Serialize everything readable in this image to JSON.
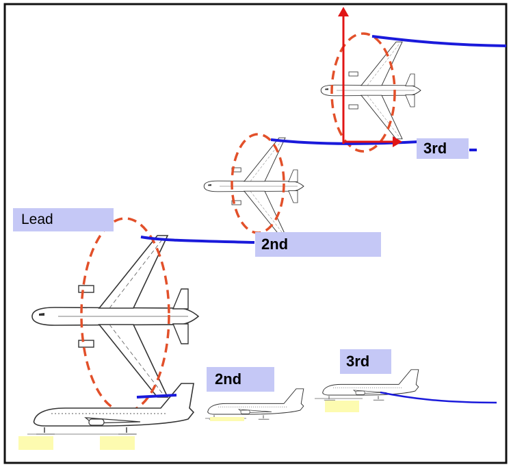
{
  "colors": {
    "frame": "#111111",
    "vortex_line": "#1a1adb",
    "wake_ellipse": "#e2502a",
    "axis_arrow": "#e01515",
    "label_fill": "#c5c8f6",
    "ground_marker": "#fdfbb0",
    "aircraft_outline": "#333333"
  },
  "labels": {
    "lead": "Lead",
    "top_second": "2nd",
    "top_third": "3rd",
    "side_second": "2nd",
    "side_third": "3rd"
  },
  "icons": {
    "aircraft_top_view": "airliner-top-view-icon",
    "aircraft_side_view": "airliner-side-view-icon"
  }
}
